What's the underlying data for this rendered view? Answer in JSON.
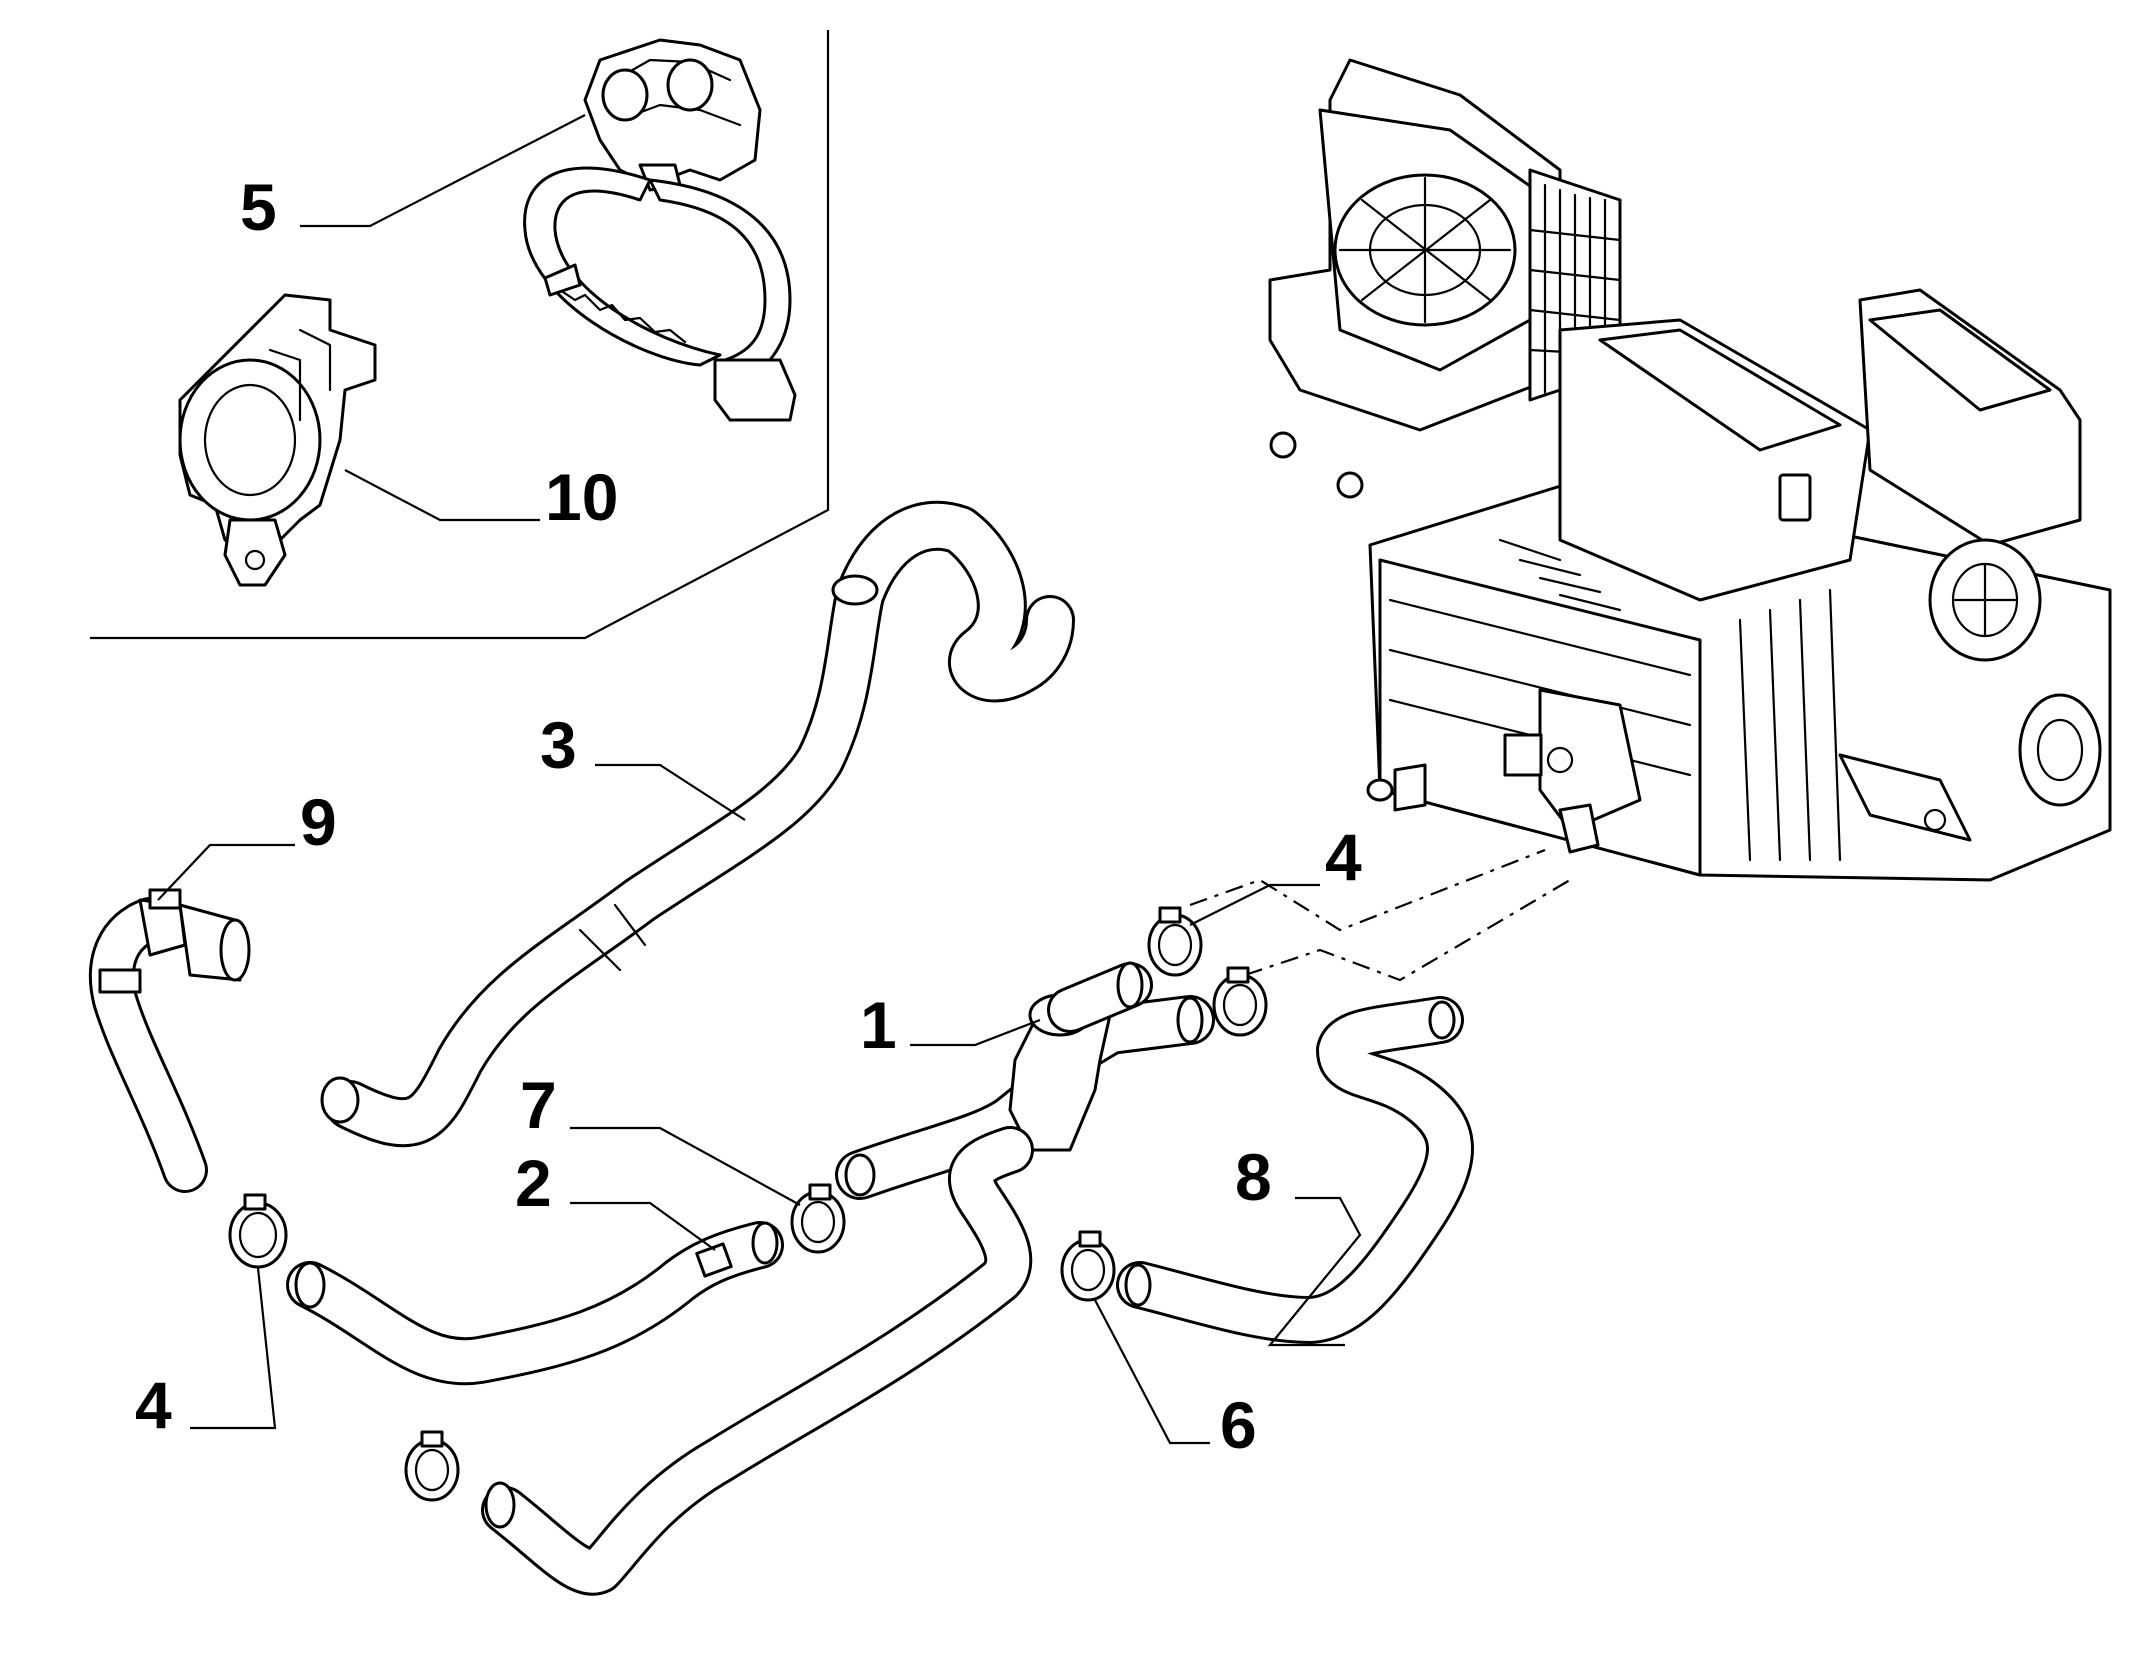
{
  "callouts": {
    "c1": "1",
    "c2": "2",
    "c3": "3",
    "c4a": "4",
    "c4b": "4",
    "c5": "5",
    "c6": "6",
    "c7": "7",
    "c8": "8",
    "c9": "9",
    "c10": "10"
  },
  "colors": {
    "line": "#000000",
    "background": "#ffffff"
  }
}
